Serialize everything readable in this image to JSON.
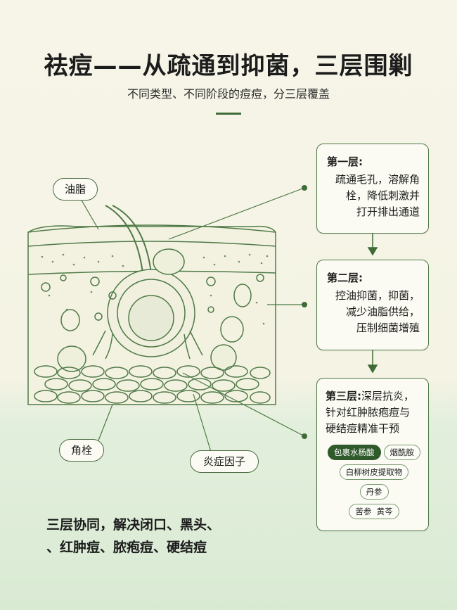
{
  "title": "祛痘——从疏通到抑菌，三层围剿",
  "subtitle": "不同类型、不同阶段的痘痘，分三层覆盖",
  "labels": {
    "sebum": "油脂",
    "plug": "角栓",
    "inflammation": "炎症因子"
  },
  "layers": [
    {
      "heading": "第一层:",
      "lines": [
        "疏通毛孔，溶解角",
        "栓，降低刺激并",
        "打开排出通道"
      ]
    },
    {
      "heading": "第二层:",
      "lines": [
        "控油抑菌，抑菌，",
        "减少油脂供给，",
        "压制细菌增殖"
      ]
    },
    {
      "heading": "第三层:",
      "heading_rest": "深层抗炎，",
      "lines": [
        "针对红肿脓疱痘与",
        "硬结痘精准干预"
      ]
    }
  ],
  "ingredients": [
    "包裹水杨酸",
    "烟酰胺",
    "白柳树皮提取物",
    "丹参",
    "苦参  黄芩"
  ],
  "bottom_lines": [
    "三层协同，解决闭口、黑头、",
    "、红肿痘、脓疱痘、硬结痘"
  ],
  "colors": {
    "accent": "#3f6b37",
    "line": "#4f7a47"
  }
}
